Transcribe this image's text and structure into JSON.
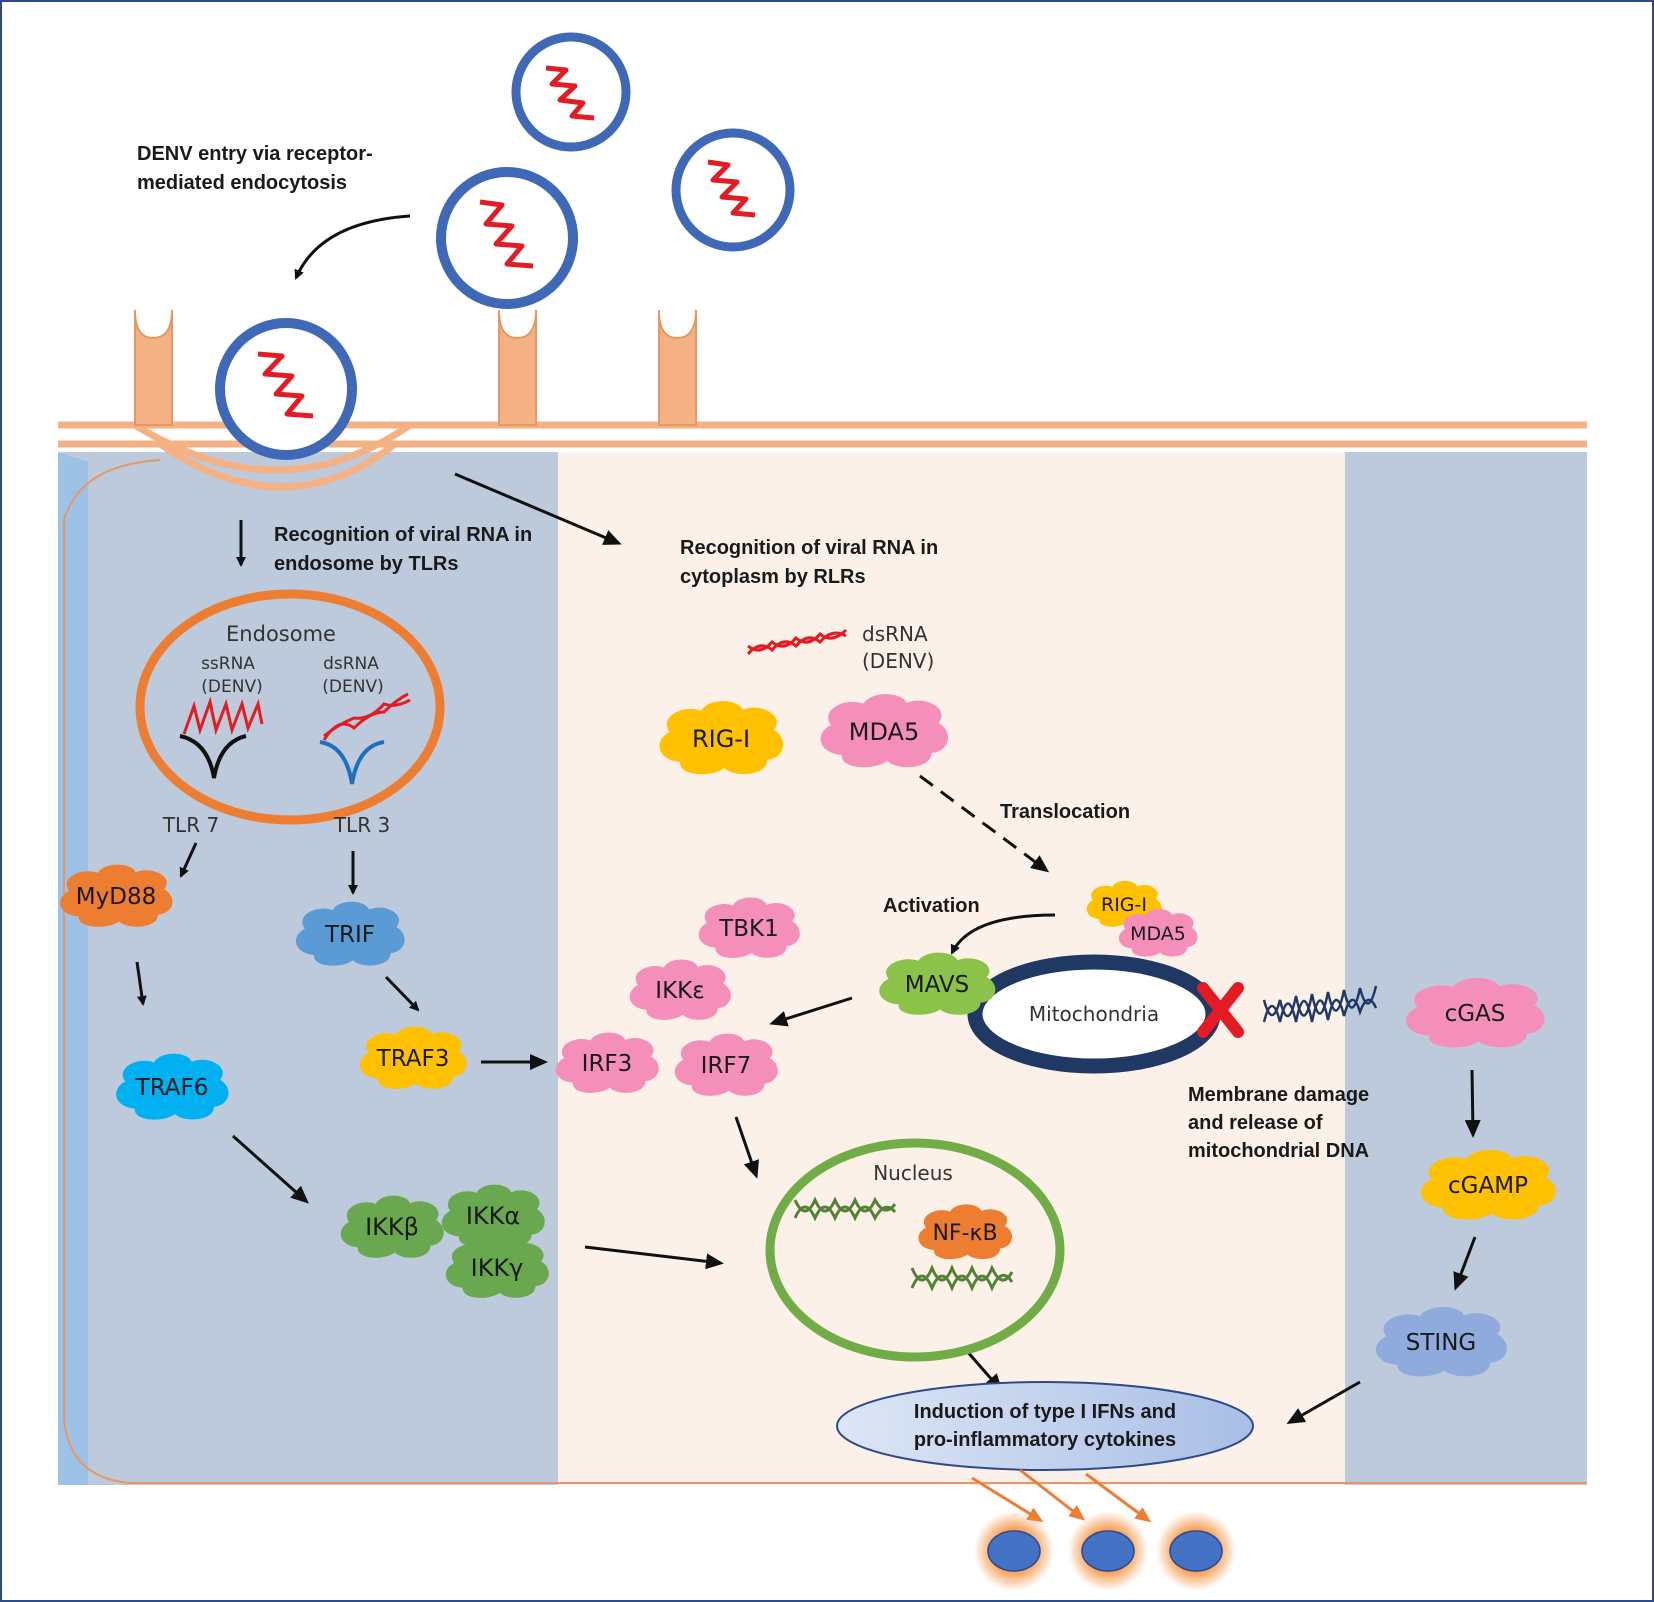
{
  "labels": {
    "entry_line1": "DENV entry via receptor-",
    "entry_line2": "mediated endocytosis",
    "tlr_line1": "Recognition of viral RNA in",
    "tlr_line2": "endosome by TLRs",
    "rlr_line1": "Recognition of viral RNA in",
    "rlr_line2": "cytoplasm by RLRs",
    "endosome": "Endosome",
    "ssrna_line1": "ssRNA",
    "ssrna_line2": "(DENV)",
    "dsrna_line1": "dsRNA",
    "dsrna_line2": "(DENV)",
    "cyto_dsrna_line1": "dsRNA",
    "cyto_dsrna_line2": "(DENV)",
    "tlr7": "TLR 7",
    "tlr3": "TLR 3",
    "translocation": "Translocation",
    "activation": "Activation",
    "mitochondria": "Mitochondria",
    "nucleus": "Nucleus",
    "damage_line1": "Membrane damage",
    "damage_line2": "and release of",
    "damage_line3": "mitochondrial DNA",
    "output_line1": "Induction of type I IFNs and",
    "output_line2": "pro-inflammatory cytokines"
  },
  "molecules": {
    "myd88": "MyD88",
    "trif": "TRIF",
    "traf6": "TRAF6",
    "traf3": "TRAF3",
    "ikkb": "IKKβ",
    "ikka": "IKKα",
    "ikkg": "IKKγ",
    "rigi": "RIG-I",
    "mda5": "MDA5",
    "rigi_small": "RIG-I",
    "mda5_small": "MDA5",
    "tbk1": "TBK1",
    "ikke": "IKKε",
    "mavs": "MAVS",
    "irf3": "IRF3",
    "irf7": "IRF7",
    "nfkb": "NF-κB",
    "cgas": "cGAS",
    "cgamp": "cGAMP",
    "sting": "STING"
  },
  "colors": {
    "virus_envelope": "#3f68b7",
    "viral_rna": "#e31b23",
    "membrane": "#f4b183",
    "panel_blue": "#bccadb",
    "panel_peach": "#fcf1e8",
    "yellow": "#ffc000",
    "pink": "#f48fba",
    "green": "#6aa84f",
    "orange": "#ed7d31",
    "blue": "#5b9bd5",
    "cyan": "#00b0f0",
    "periwinkle": "#8faadc"
  }
}
